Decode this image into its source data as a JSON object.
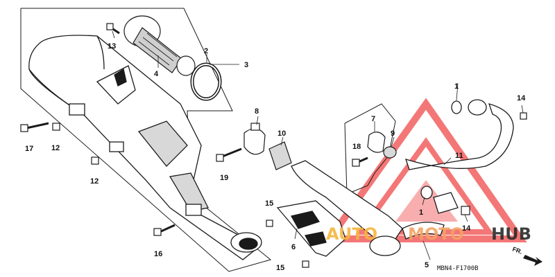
{
  "diagram": {
    "code": "MBN4-F1700B",
    "direction": "FR.",
    "callouts": [
      "1",
      "2",
      "3",
      "4",
      "5",
      "6",
      "7",
      "8",
      "9",
      "10",
      "11",
      "12",
      "13",
      "14",
      "15",
      "16",
      "17",
      "18",
      "19"
    ]
  },
  "watermark": {
    "auto": "AUTO",
    "moto": "MOTO",
    "hub": "HUB",
    "colors": {
      "triangle": "#f26060",
      "auto": "#f4b63e",
      "moto": "#f4a261",
      "hub": "#2b2b2b"
    }
  },
  "colors": {
    "line": "#1a1a1a",
    "part_fill": "#ffffff",
    "shade": "#d8d8d8"
  }
}
